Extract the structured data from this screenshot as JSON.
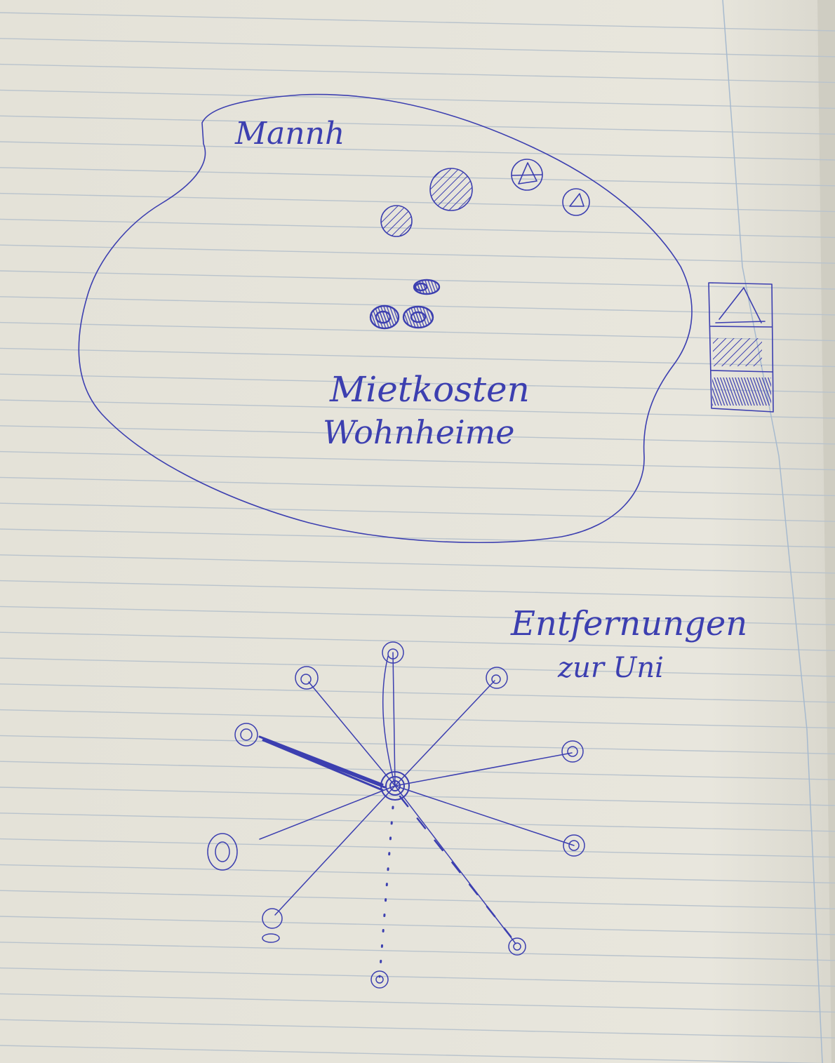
{
  "photo": {
    "subject": "handwritten sketch on lined notebook paper",
    "ink_color": "#3c3fb0",
    "paper_color": "#e7e5dc",
    "line_color": "#b8c4cf",
    "margin_color": "#9fb4c6"
  },
  "sketch_top": {
    "label_top": "Mannh",
    "label_center_line1": "Mietkosten",
    "label_center_line2": "Wohnheime",
    "legend_symbols": [
      "triangle-in-circle",
      "hatched-circle",
      "dense-filled-circle"
    ]
  },
  "sketch_bottom": {
    "label_line1": "Entfernungen",
    "label_line2": "zur Uni",
    "node_count": 12
  }
}
